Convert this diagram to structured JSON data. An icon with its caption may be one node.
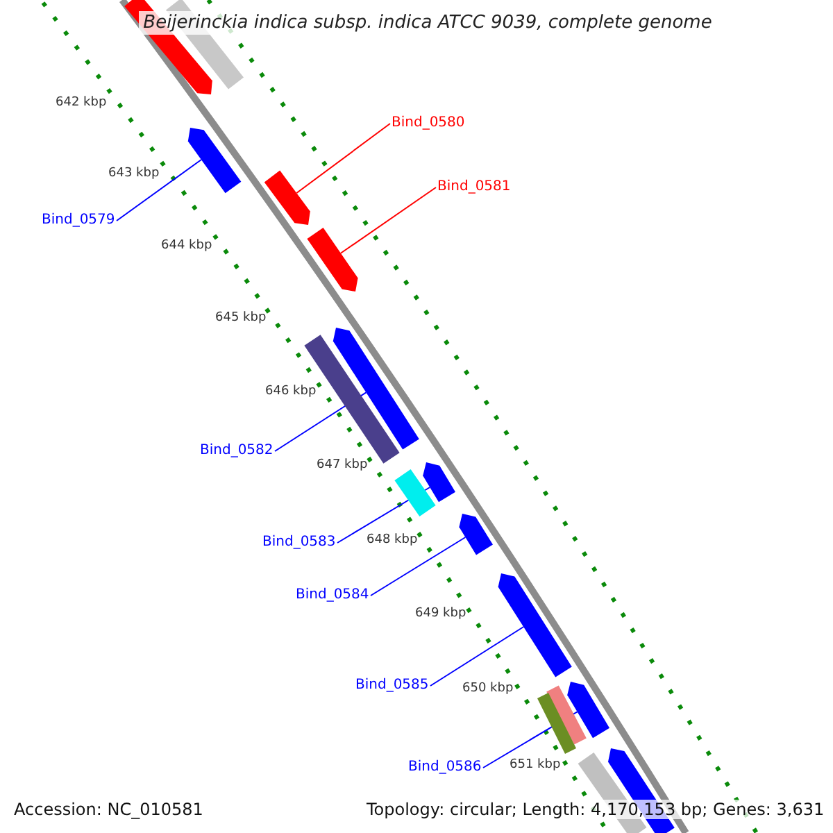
{
  "diagram": {
    "title": "Beijerinckia indica subsp. indica ATCC 9039, complete genome",
    "nodes": [
      {
        "text": [
          "Bind_0579"
        ]
      },
      {
        "text": [
          "Bind_0580"
        ]
      },
      {
        "text": [
          "Bind_0581"
        ]
      },
      {
        "text": [
          "Bind_0582"
        ]
      },
      {
        "text": [
          "Bind_0583"
        ]
      },
      {
        "text": [
          "Bind_0584"
        ]
      },
      {
        "text": [
          "Bind_0585"
        ]
      },
      {
        "text": [
          "Bind_0586"
        ]
      },
      {
        "text": [],
        "shape": "bar"
      },
      {
        "text": [],
        "shape": "bar"
      },
      {
        "text": [],
        "shape": "bar"
      },
      {
        "text": [],
        "shape": "bar"
      },
      {
        "text": [],
        "shape": "bar"
      },
      {
        "text": [],
        "shape": "bar"
      },
      {
        "text": [],
        "shape": "bar"
      },
      {
        "text": [],
        "shape": "bar"
      }
    ],
    "edges": [
      {
        "from": 0,
        "to": 8,
        "arrow": "none"
      },
      {
        "from": 1,
        "to": 9,
        "arrow": "none",
        "color": "#ff0000"
      },
      {
        "from": 2,
        "to": 10,
        "arrow": "none",
        "color": "#ff0000"
      },
      {
        "from": 3,
        "to": 11,
        "arrow": "none"
      },
      {
        "from": 4,
        "to": 12,
        "arrow": "none"
      },
      {
        "from": 5,
        "to": 13,
        "arrow": "none"
      },
      {
        "from": 6,
        "to": 14,
        "arrow": "none"
      },
      {
        "from": 7,
        "to": 15,
        "arrow": "none"
      }
    ],
    "labels": [
      "642 kbp",
      "643 kbp",
      "644 kbp",
      "645 kbp",
      "646 kbp",
      "647 kbp",
      "648 kbp",
      "649 kbp",
      "650 kbp",
      "651 kbp",
      "Accession: NC_010581",
      "Topology: circular; Length: 4,170,153 bp; Genes: 3,631"
    ]
  }
}
